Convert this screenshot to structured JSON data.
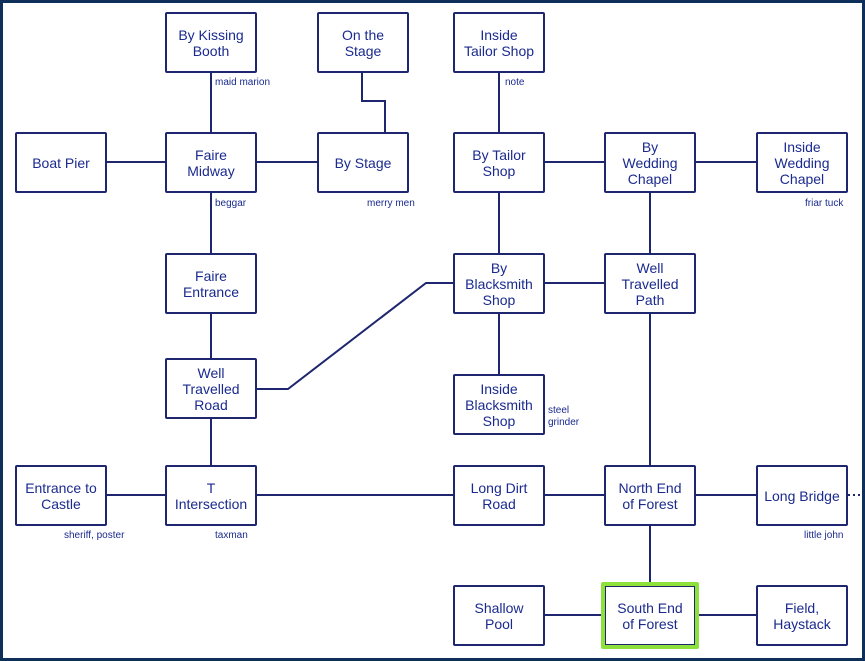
{
  "map": {
    "accent_color": "#1e2670",
    "current_room_highlight": "#8ee03a",
    "rooms": {
      "by_kissing_booth": "By Kissing\nBooth",
      "on_the_stage": "On the\nStage",
      "inside_tailor_shop": "Inside\nTailor Shop",
      "boat_pier": "Boat Pier",
      "faire_midway": "Faire\nMidway",
      "by_stage": "By Stage",
      "by_tailor_shop": "By Tailor\nShop",
      "by_wedding_chapel": "By\nWedding\nChapel",
      "inside_wedding_chapel": "Inside\nWedding\nChapel",
      "faire_entrance": "Faire\nEntrance",
      "by_blacksmith_shop": "By\nBlacksmith\nShop",
      "well_travelled_path": "Well\nTravelled\nPath",
      "well_travelled_road": "Well\nTravelled\nRoad",
      "inside_blacksmith_shop": "Inside\nBlacksmith\nShop",
      "entrance_to_castle": "Entrance to\nCastle",
      "t_intersection": "T\nIntersection",
      "long_dirt_road": "Long Dirt\nRoad",
      "north_end_of_forest": "North End\nof Forest",
      "long_bridge": "Long Bridge",
      "shallow_pool": "Shallow\nPool",
      "south_end_of_forest": "South End\nof Forest",
      "field_haystack": "Field,\nHaystack"
    },
    "notes": {
      "maid_marion": "maid marion",
      "note": "note",
      "beggar": "beggar",
      "merry_men": "merry men",
      "friar_tuck": "friar tuck",
      "steel_grinder": "steel\ngrinder",
      "sheriff_poster": "sheriff, poster",
      "taxman": "taxman",
      "little_john": "little john"
    }
  }
}
